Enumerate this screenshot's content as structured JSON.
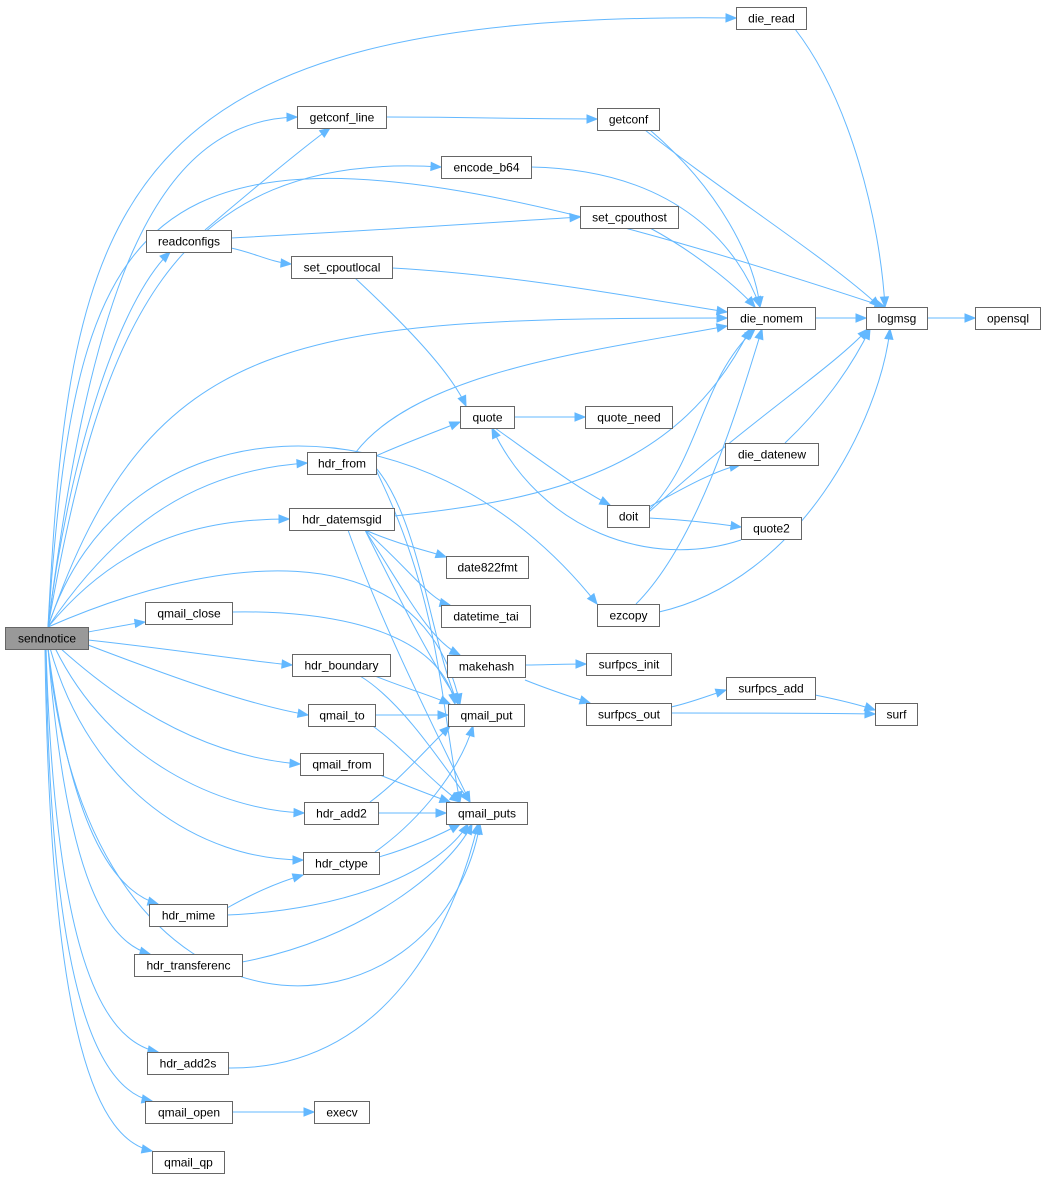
{
  "graph": {
    "root": "sendnotice",
    "nodes": [
      {
        "id": "sendnotice",
        "label": "sendnotice"
      },
      {
        "id": "die_read",
        "label": "die_read"
      },
      {
        "id": "getconf_line",
        "label": "getconf_line"
      },
      {
        "id": "getconf",
        "label": "getconf"
      },
      {
        "id": "encode_b64",
        "label": "encode_b64"
      },
      {
        "id": "readconfigs",
        "label": "readconfigs"
      },
      {
        "id": "set_cpouthost",
        "label": "set_cpouthost"
      },
      {
        "id": "set_cpoutlocal",
        "label": "set_cpoutlocal"
      },
      {
        "id": "die_nomem",
        "label": "die_nomem"
      },
      {
        "id": "logmsg",
        "label": "logmsg"
      },
      {
        "id": "opensql",
        "label": "opensql"
      },
      {
        "id": "quote",
        "label": "quote"
      },
      {
        "id": "quote_need",
        "label": "quote_need"
      },
      {
        "id": "hdr_from",
        "label": "hdr_from"
      },
      {
        "id": "die_datenew",
        "label": "die_datenew"
      },
      {
        "id": "doit",
        "label": "doit"
      },
      {
        "id": "hdr_datemsgid",
        "label": "hdr_datemsgid"
      },
      {
        "id": "quote2",
        "label": "quote2"
      },
      {
        "id": "date822fmt",
        "label": "date822fmt"
      },
      {
        "id": "ezcopy",
        "label": "ezcopy"
      },
      {
        "id": "qmail_close",
        "label": "qmail_close"
      },
      {
        "id": "datetime_tai",
        "label": "datetime_tai"
      },
      {
        "id": "hdr_boundary",
        "label": "hdr_boundary"
      },
      {
        "id": "makehash",
        "label": "makehash"
      },
      {
        "id": "surfpcs_init",
        "label": "surfpcs_init"
      },
      {
        "id": "surfpcs_add",
        "label": "surfpcs_add"
      },
      {
        "id": "qmail_to",
        "label": "qmail_to"
      },
      {
        "id": "qmail_put",
        "label": "qmail_put"
      },
      {
        "id": "surfpcs_out",
        "label": "surfpcs_out"
      },
      {
        "id": "surf",
        "label": "surf"
      },
      {
        "id": "qmail_from",
        "label": "qmail_from"
      },
      {
        "id": "hdr_add2",
        "label": "hdr_add2"
      },
      {
        "id": "qmail_puts",
        "label": "qmail_puts"
      },
      {
        "id": "hdr_ctype",
        "label": "hdr_ctype"
      },
      {
        "id": "hdr_mime",
        "label": "hdr_mime"
      },
      {
        "id": "hdr_transferenc",
        "label": "hdr_transferenc"
      },
      {
        "id": "hdr_add2s",
        "label": "hdr_add2s"
      },
      {
        "id": "qmail_open",
        "label": "qmail_open"
      },
      {
        "id": "execv",
        "label": "execv"
      },
      {
        "id": "qmail_qp",
        "label": "qmail_qp"
      }
    ],
    "edges": [
      [
        "sendnotice",
        "die_read"
      ],
      [
        "sendnotice",
        "logmsg"
      ],
      [
        "sendnotice",
        "getconf_line"
      ],
      [
        "sendnotice",
        "encode_b64"
      ],
      [
        "sendnotice",
        "readconfigs"
      ],
      [
        "sendnotice",
        "die_nomem"
      ],
      [
        "sendnotice",
        "hdr_from"
      ],
      [
        "sendnotice",
        "ezcopy"
      ],
      [
        "sendnotice",
        "hdr_datemsgid"
      ],
      [
        "sendnotice",
        "qmail_put"
      ],
      [
        "sendnotice",
        "qmail_close"
      ],
      [
        "sendnotice",
        "hdr_boundary"
      ],
      [
        "sendnotice",
        "qmail_to"
      ],
      [
        "sendnotice",
        "qmail_from"
      ],
      [
        "sendnotice",
        "hdr_add2"
      ],
      [
        "sendnotice",
        "hdr_ctype"
      ],
      [
        "sendnotice",
        "qmail_puts"
      ],
      [
        "sendnotice",
        "hdr_mime"
      ],
      [
        "sendnotice",
        "hdr_transferenc"
      ],
      [
        "sendnotice",
        "hdr_add2s"
      ],
      [
        "sendnotice",
        "qmail_open"
      ],
      [
        "sendnotice",
        "qmail_qp"
      ],
      [
        "die_read",
        "logmsg"
      ],
      [
        "getconf_line",
        "getconf"
      ],
      [
        "getconf",
        "die_nomem"
      ],
      [
        "getconf",
        "logmsg"
      ],
      [
        "encode_b64",
        "die_nomem"
      ],
      [
        "readconfigs",
        "getconf_line"
      ],
      [
        "readconfigs",
        "set_cpouthost"
      ],
      [
        "readconfigs",
        "set_cpoutlocal"
      ],
      [
        "set_cpouthost",
        "die_nomem"
      ],
      [
        "set_cpoutlocal",
        "die_nomem"
      ],
      [
        "set_cpoutlocal",
        "quote"
      ],
      [
        "die_nomem",
        "logmsg"
      ],
      [
        "logmsg",
        "opensql"
      ],
      [
        "quote",
        "quote_need"
      ],
      [
        "quote",
        "doit"
      ],
      [
        "hdr_from",
        "quote"
      ],
      [
        "hdr_from",
        "die_nomem"
      ],
      [
        "hdr_from",
        "qmail_put"
      ],
      [
        "hdr_from",
        "qmail_puts"
      ],
      [
        "doit",
        "die_nomem"
      ],
      [
        "doit",
        "logmsg"
      ],
      [
        "doit",
        "die_datenew"
      ],
      [
        "doit",
        "quote2"
      ],
      [
        "quote2",
        "quote"
      ],
      [
        "die_datenew",
        "logmsg"
      ],
      [
        "hdr_datemsgid",
        "die_nomem"
      ],
      [
        "hdr_datemsgid",
        "date822fmt"
      ],
      [
        "hdr_datemsgid",
        "datetime_tai"
      ],
      [
        "hdr_datemsgid",
        "makehash"
      ],
      [
        "hdr_datemsgid",
        "qmail_put"
      ],
      [
        "hdr_datemsgid",
        "qmail_puts"
      ],
      [
        "ezcopy",
        "die_nomem"
      ],
      [
        "ezcopy",
        "logmsg"
      ],
      [
        "qmail_close",
        "qmail_put"
      ],
      [
        "hdr_boundary",
        "qmail_put"
      ],
      [
        "hdr_boundary",
        "qmail_puts"
      ],
      [
        "makehash",
        "surfpcs_init"
      ],
      [
        "makehash",
        "surfpcs_out"
      ],
      [
        "surfpcs_out",
        "surfpcs_add"
      ],
      [
        "surfpcs_out",
        "surf"
      ],
      [
        "surfpcs_add",
        "surf"
      ],
      [
        "qmail_to",
        "qmail_put"
      ],
      [
        "qmail_to",
        "qmail_puts"
      ],
      [
        "qmail_from",
        "qmail_puts"
      ],
      [
        "hdr_add2",
        "qmail_put"
      ],
      [
        "hdr_add2",
        "qmail_puts"
      ],
      [
        "hdr_ctype",
        "qmail_put"
      ],
      [
        "hdr_ctype",
        "qmail_puts"
      ],
      [
        "hdr_mime",
        "hdr_ctype"
      ],
      [
        "hdr_mime",
        "qmail_puts"
      ],
      [
        "hdr_transferenc",
        "qmail_puts"
      ],
      [
        "hdr_add2s",
        "qmail_puts"
      ],
      [
        "qmail_open",
        "execv"
      ]
    ]
  }
}
